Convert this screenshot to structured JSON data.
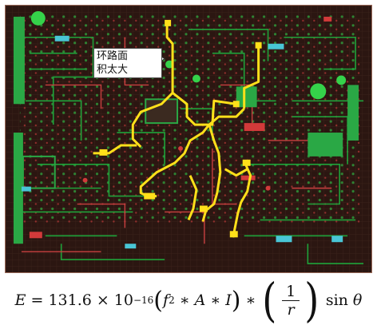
{
  "figure": {
    "callout_line1": "环路面",
    "callout_line2": "积太大"
  },
  "colors": {
    "board": "#2b1611",
    "copper_green": "#1fa33a",
    "highlight_trace": "#ffe01a",
    "pad_red": "#d23a3a",
    "via_cyan": "#49c6d6"
  },
  "formula": {
    "lhs": "E",
    "eq": "=",
    "coeff": "131.6",
    "times": "×",
    "base": "10",
    "exp": "−16",
    "f": "f",
    "f_exp": "2",
    "star": "∗",
    "A": "A",
    "I": "I",
    "num": "1",
    "den": "r",
    "sin": "sin",
    "theta": "θ"
  }
}
